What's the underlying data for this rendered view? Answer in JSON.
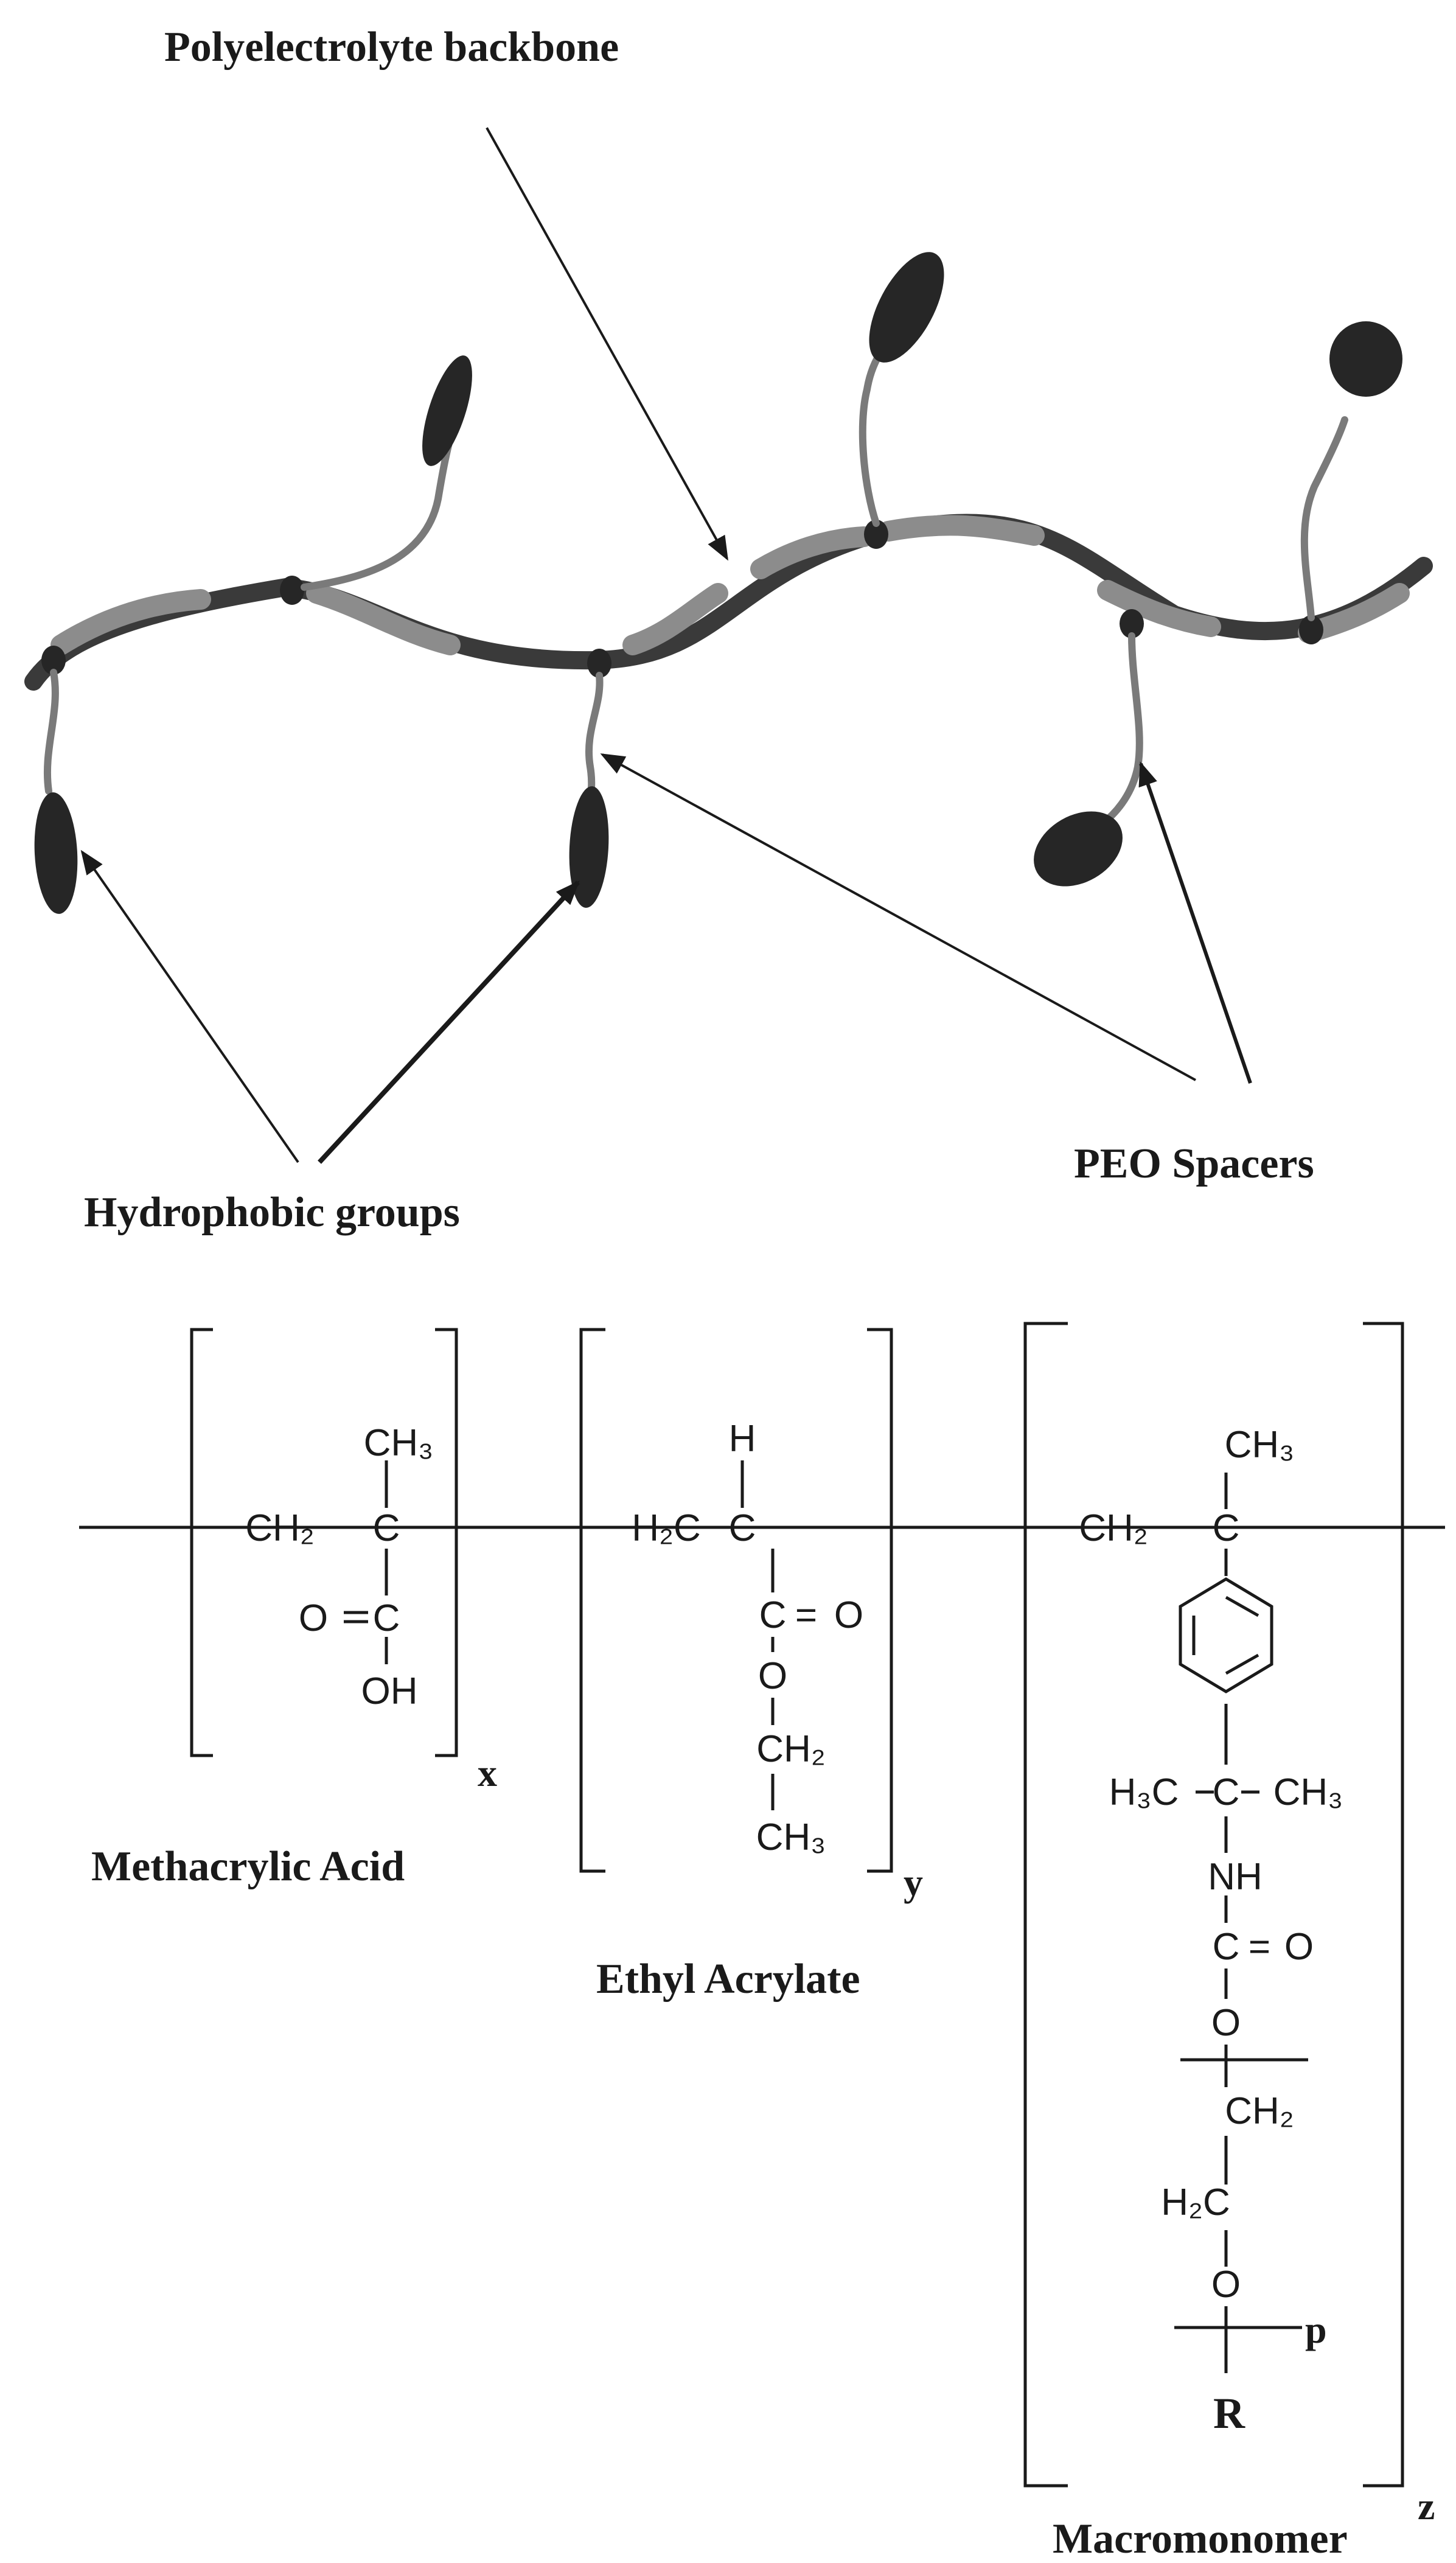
{
  "labels": {
    "backbone": "Polyelectrolyte backbone",
    "hydrophobic": "Hydrophobic groups",
    "peo": "PEO Spacers",
    "methacrylic": "Methacrylic Acid",
    "ethyl": "Ethyl Acrylate",
    "macromonomer": "Macromonomer"
  },
  "subscripts": {
    "x": "x",
    "y": "y",
    "z": "z",
    "p": "p"
  },
  "formula": {
    "ma_ch2": "CH₂",
    "ma_c": "C",
    "ma_ch3": "CH₃",
    "ma_o": "O",
    "ma_c2": "C",
    "ma_oh": "OH",
    "ea_h": "H",
    "ea_h2c": "H₂C",
    "ea_c": "C",
    "ea_c2": "C",
    "ea_o": "O",
    "ea_o2": "O",
    "ea_ch2": "CH₂",
    "ea_ch3": "CH₃",
    "mm_ch2": "CH₂",
    "mm_c": "C",
    "mm_ch3": "CH₃",
    "mm_h3c": "H₃C",
    "mm_c2": "C",
    "mm_ch3b": "CH₃",
    "mm_nh": "NH",
    "mm_c3": "C",
    "mm_o": "O",
    "mm_o2": "O",
    "mm_ch2b": "CH₂",
    "mm_h2c": "H₂C",
    "mm_o3": "O",
    "mm_r": "R"
  },
  "colors": {
    "ink": "#1a1a1a",
    "dark_segment": "#3a3a3a",
    "light_segment": "#8c8c8c",
    "group": "#262626"
  }
}
